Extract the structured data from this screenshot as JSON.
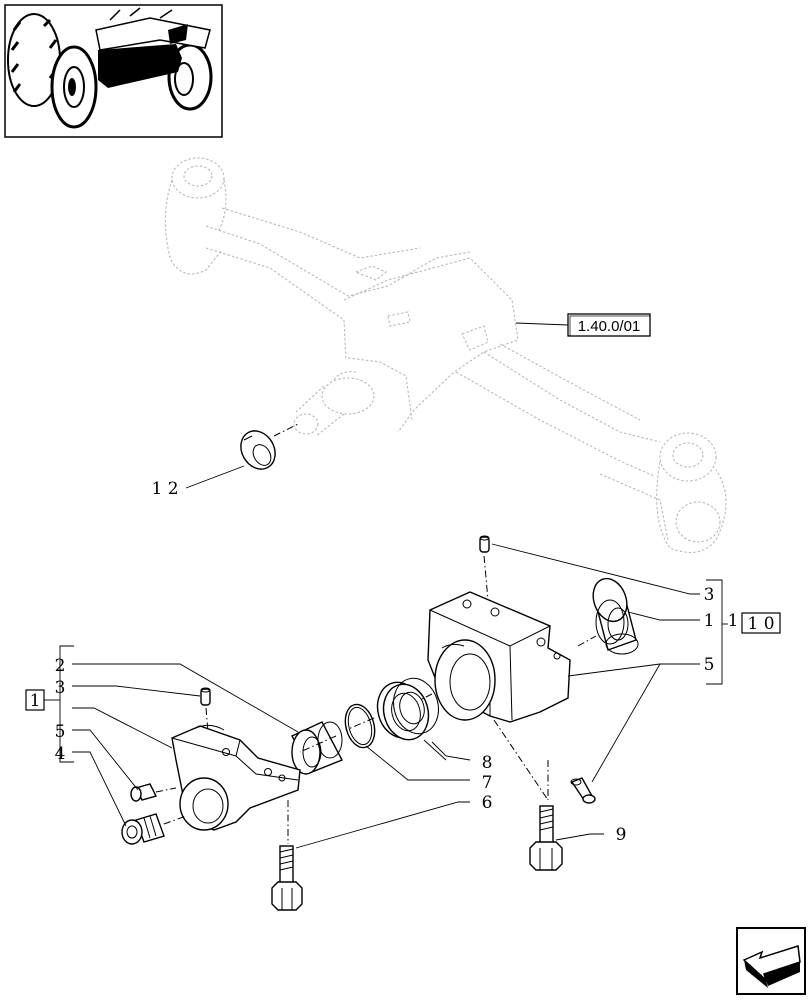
{
  "reference_box": {
    "label": "1.40.0/01"
  },
  "callouts": {
    "c12": "1 2",
    "c3_right": "3",
    "c1_right": "1",
    "c5_right": "5",
    "c10_prefix": "1",
    "c10_box": "1 0",
    "c8": "8",
    "c7": "7",
    "c6": "6",
    "c9": "9",
    "c2_left": "2",
    "c3_left": "3",
    "c5_left": "5",
    "c4_left": "4",
    "c1_box": "1"
  },
  "icons": {
    "thumbnail": "tractor-thumbnail-icon",
    "nav": "next-page-arrow-icon"
  }
}
